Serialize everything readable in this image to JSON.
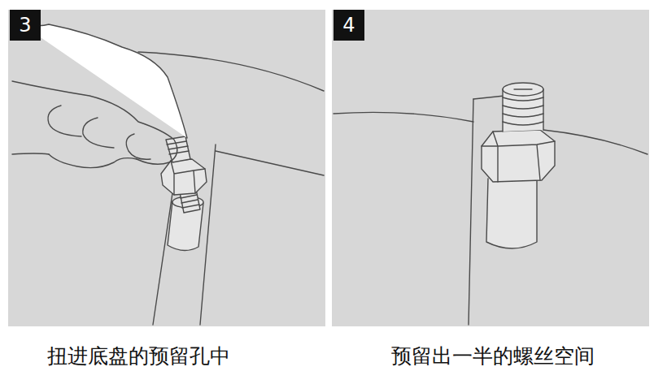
{
  "diagram": {
    "nodes": [
      {
        "text": [
          "3"
        ]
      },
      {
        "text": [
          "4"
        ]
      }
    ],
    "labels": [
      "扭进底盘的预留孔中",
      "预留出一半的螺丝空间"
    ]
  }
}
